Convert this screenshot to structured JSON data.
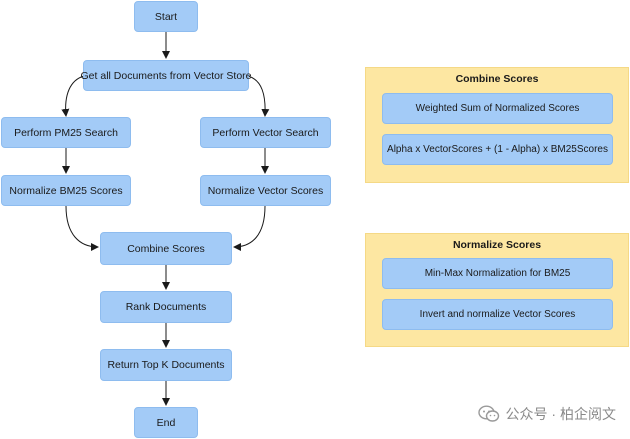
{
  "flowchart": {
    "start": "Start",
    "get_docs": "Get all Documents from Vector Store",
    "pm25_search": "Perform PM25 Search",
    "vector_search": "Perform Vector Search",
    "normalize_bm25": "Normalize BM25 Scores",
    "normalize_vector": "Normalize Vector Scores",
    "combine": "Combine Scores",
    "rank": "Rank Documents",
    "return_top_k": "Return Top K Documents",
    "end": "End"
  },
  "panels": {
    "combine_scores": {
      "title": "Combine Scores",
      "items": [
        "Weighted Sum of Normalized Scores",
        "Alpha x VectorScores + (1 - Alpha) x BM25Scores"
      ]
    },
    "normalize_scores": {
      "title": "Normalize Scores",
      "items": [
        "Min-Max Normalization for BM25",
        "Invert and normalize Vector Scores"
      ]
    }
  },
  "watermark": {
    "text": "公众号 · 柏企阅文",
    "icon": "wechat-icon"
  },
  "colors": {
    "node_fill": "#a3cbf7",
    "panel_fill": "#fde7a2",
    "arrow": "#1a1a1a"
  }
}
